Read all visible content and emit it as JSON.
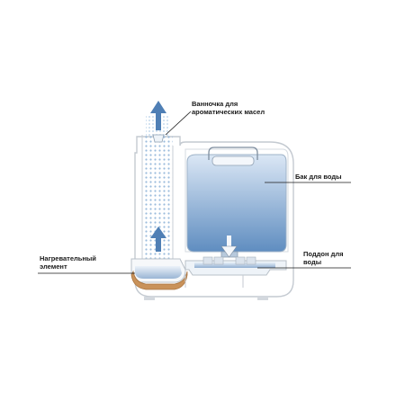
{
  "labels": {
    "aroma_tray": [
      "Ванночка для",
      "ароматических масел"
    ],
    "water_tank": "Бак для воды",
    "heating_element": [
      "Нагревательный",
      "элемент"
    ],
    "water_tray": [
      "Поддон для",
      "воды"
    ]
  },
  "icons": [
    "steam-arrow-icon",
    "water-flow-arrow-icon"
  ],
  "colors": {
    "water_dark": "#4f7fb5",
    "water_light": "#e3edf8",
    "steam_dots": "#8fb4d8",
    "heater": "#c9925a",
    "outline": "#bfc5cc",
    "leader_line": "#1a1a1a"
  }
}
